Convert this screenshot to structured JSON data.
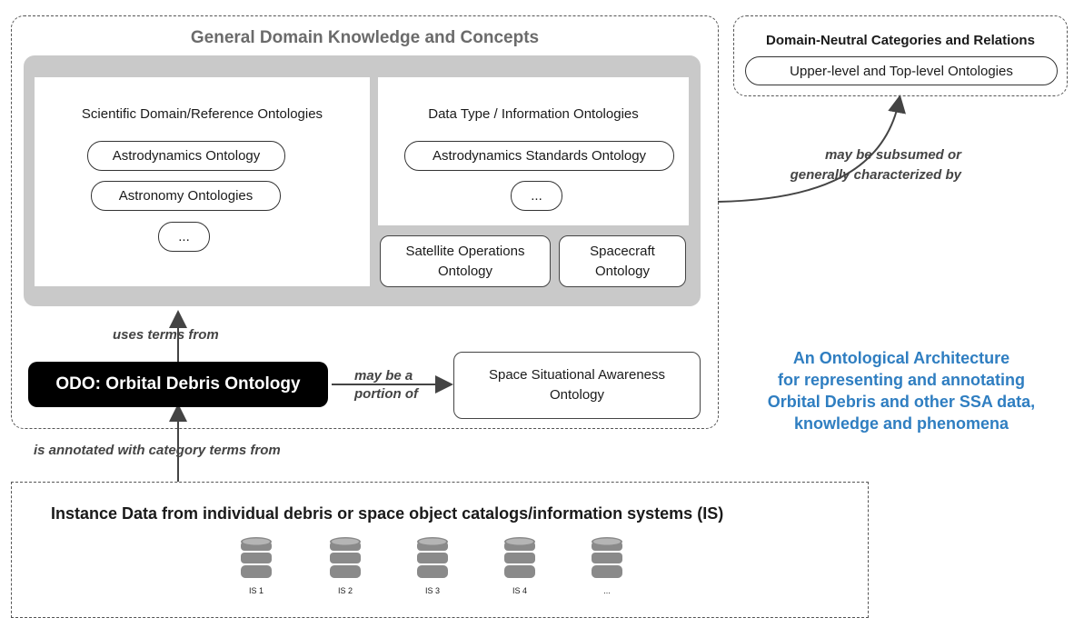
{
  "general_domain": {
    "title": "General Domain Knowledge and Concepts",
    "scientific": {
      "heading": "Scientific Domain/Reference Ontologies",
      "items": [
        "Astrodynamics Ontology",
        "Astronomy Ontologies",
        "..."
      ]
    },
    "data_type": {
      "heading": "Data Type / Information Ontologies",
      "items": [
        "Astrodynamics Standards Ontology",
        "..."
      ]
    },
    "satellite_ops": "Satellite Operations\nOntology",
    "spacecraft": "Spacecraft\nOntology"
  },
  "domain_neutral": {
    "title": "Domain-Neutral Categories and Relations",
    "item": "Upper-level and Top-level Ontologies"
  },
  "relations": {
    "subsumed": "may be subsumed or\ngenerally characterized by",
    "uses_terms": "uses terms from",
    "portion_of": "may be a\nportion of",
    "annotated": "is annotated with category terms from"
  },
  "odo": "ODO: Orbital Debris Ontology",
  "ssa": "Space Situational Awareness\nOntology",
  "architecture_caption": "An Ontological Architecture\nfor representing and annotating\nOrbital Debris and other SSA data,\nknowledge and phenomena",
  "instance_data": {
    "title": "Instance Data from individual debris or space object catalogs/information systems (IS)",
    "databases": [
      "IS 1",
      "IS 2",
      "IS 3",
      "IS 4",
      "..."
    ]
  },
  "colors": {
    "caption_blue": "#2f7ec1",
    "panel_gray": "#c9c9c9",
    "odo_fill": "#000000"
  }
}
